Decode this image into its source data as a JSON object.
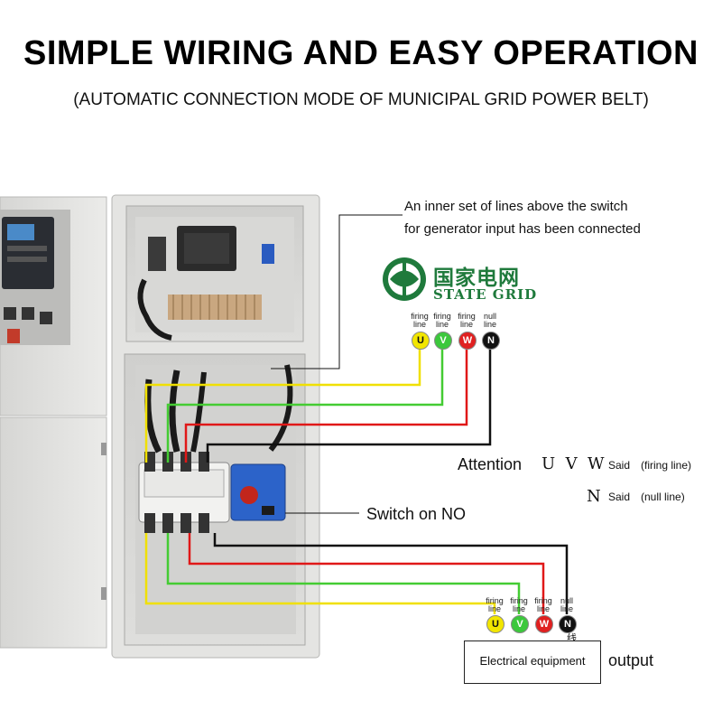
{
  "title": "SIMPLE WIRING AND EASY OPERATION",
  "subtitle": "(AUTOMATIC CONNECTION MODE OF MUNICIPAL GRID POWER BELT)",
  "note": {
    "line1": "An inner set of lines above the switch",
    "line2": "for generator input has been connected"
  },
  "brand": {
    "cn": "国家电网",
    "en": "STATE GRID"
  },
  "input_terminals": [
    {
      "label_top": "firing",
      "label_bottom": "line",
      "symbol": "U",
      "color": "#f2e600"
    },
    {
      "label_top": "firing",
      "label_bottom": "line",
      "symbol": "V",
      "color": "#3cc83c"
    },
    {
      "label_top": "firing",
      "label_bottom": "line",
      "symbol": "W",
      "color": "#e02020"
    },
    {
      "label_top": "null",
      "label_bottom": "line",
      "symbol": "N",
      "color": "#111111"
    }
  ],
  "output_terminals": [
    {
      "label_top": "firing",
      "label_bottom": "line",
      "symbol": "U",
      "color": "#f2e600"
    },
    {
      "label_top": "firing",
      "label_bottom": "line",
      "symbol": "V",
      "color": "#3cc83c"
    },
    {
      "label_top": "firing",
      "label_bottom": "line",
      "symbol": "W",
      "color": "#e02020"
    },
    {
      "label_top": "null",
      "label_bottom": "line",
      "symbol": "N",
      "color": "#111111"
    }
  ],
  "output_terminal_suffix": "线",
  "attention": {
    "word": "Attention",
    "firing_symbols": "U  V  W",
    "said1": "Said",
    "firing_desc": "(firing line)",
    "null_symbol": "N",
    "said2": "Said",
    "null_desc": "(null line)"
  },
  "switch_label": "Switch on NO",
  "equipment_label": "Electrical equipment",
  "output_label": "output",
  "colors": {
    "wire_yellow": "#f0e000",
    "wire_green": "#44cc33",
    "wire_red": "#e01818",
    "wire_black": "#111111",
    "cabinet": "#e4e4e2",
    "brand_green": "#1f7a3c"
  }
}
